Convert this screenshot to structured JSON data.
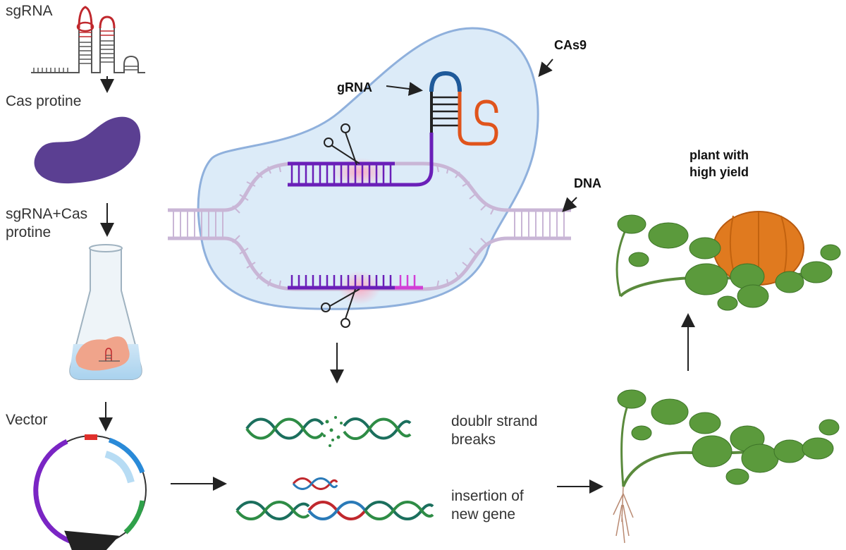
{
  "left_steps": {
    "sgrna_label": "sgRNA",
    "cas_label": "Cas protine",
    "complex_label_line1": "sgRNA+Cas",
    "complex_label_line2": "protine",
    "vector_label": "Vector"
  },
  "cas9_complex": {
    "cas9_label": "CAs9",
    "grna_label": "gRNA",
    "dna_label": "DNA"
  },
  "outcomes": {
    "dsb_line1": "doublr strand",
    "dsb_line2": "breaks",
    "insertion_line1": "insertion of",
    "insertion_line2": "new gene"
  },
  "result": {
    "plant_line1": "plant with",
    "plant_line2": "high yield"
  },
  "colors": {
    "cas9_fill": "#dcebf8",
    "cas9_outline": "#8fb0dc",
    "dna_backbone": "#c9b6d6",
    "grna_purple": "#6a1fb8",
    "grna_red": "#e0541c",
    "grna_blue": "#1f5a9a",
    "cas_protein": "#5b3f92",
    "leaf_green": "#5b9a3c",
    "pumpkin": "#e07a1f",
    "helix_teal": "#1b6f5d",
    "helix_green": "#2e8c45"
  }
}
